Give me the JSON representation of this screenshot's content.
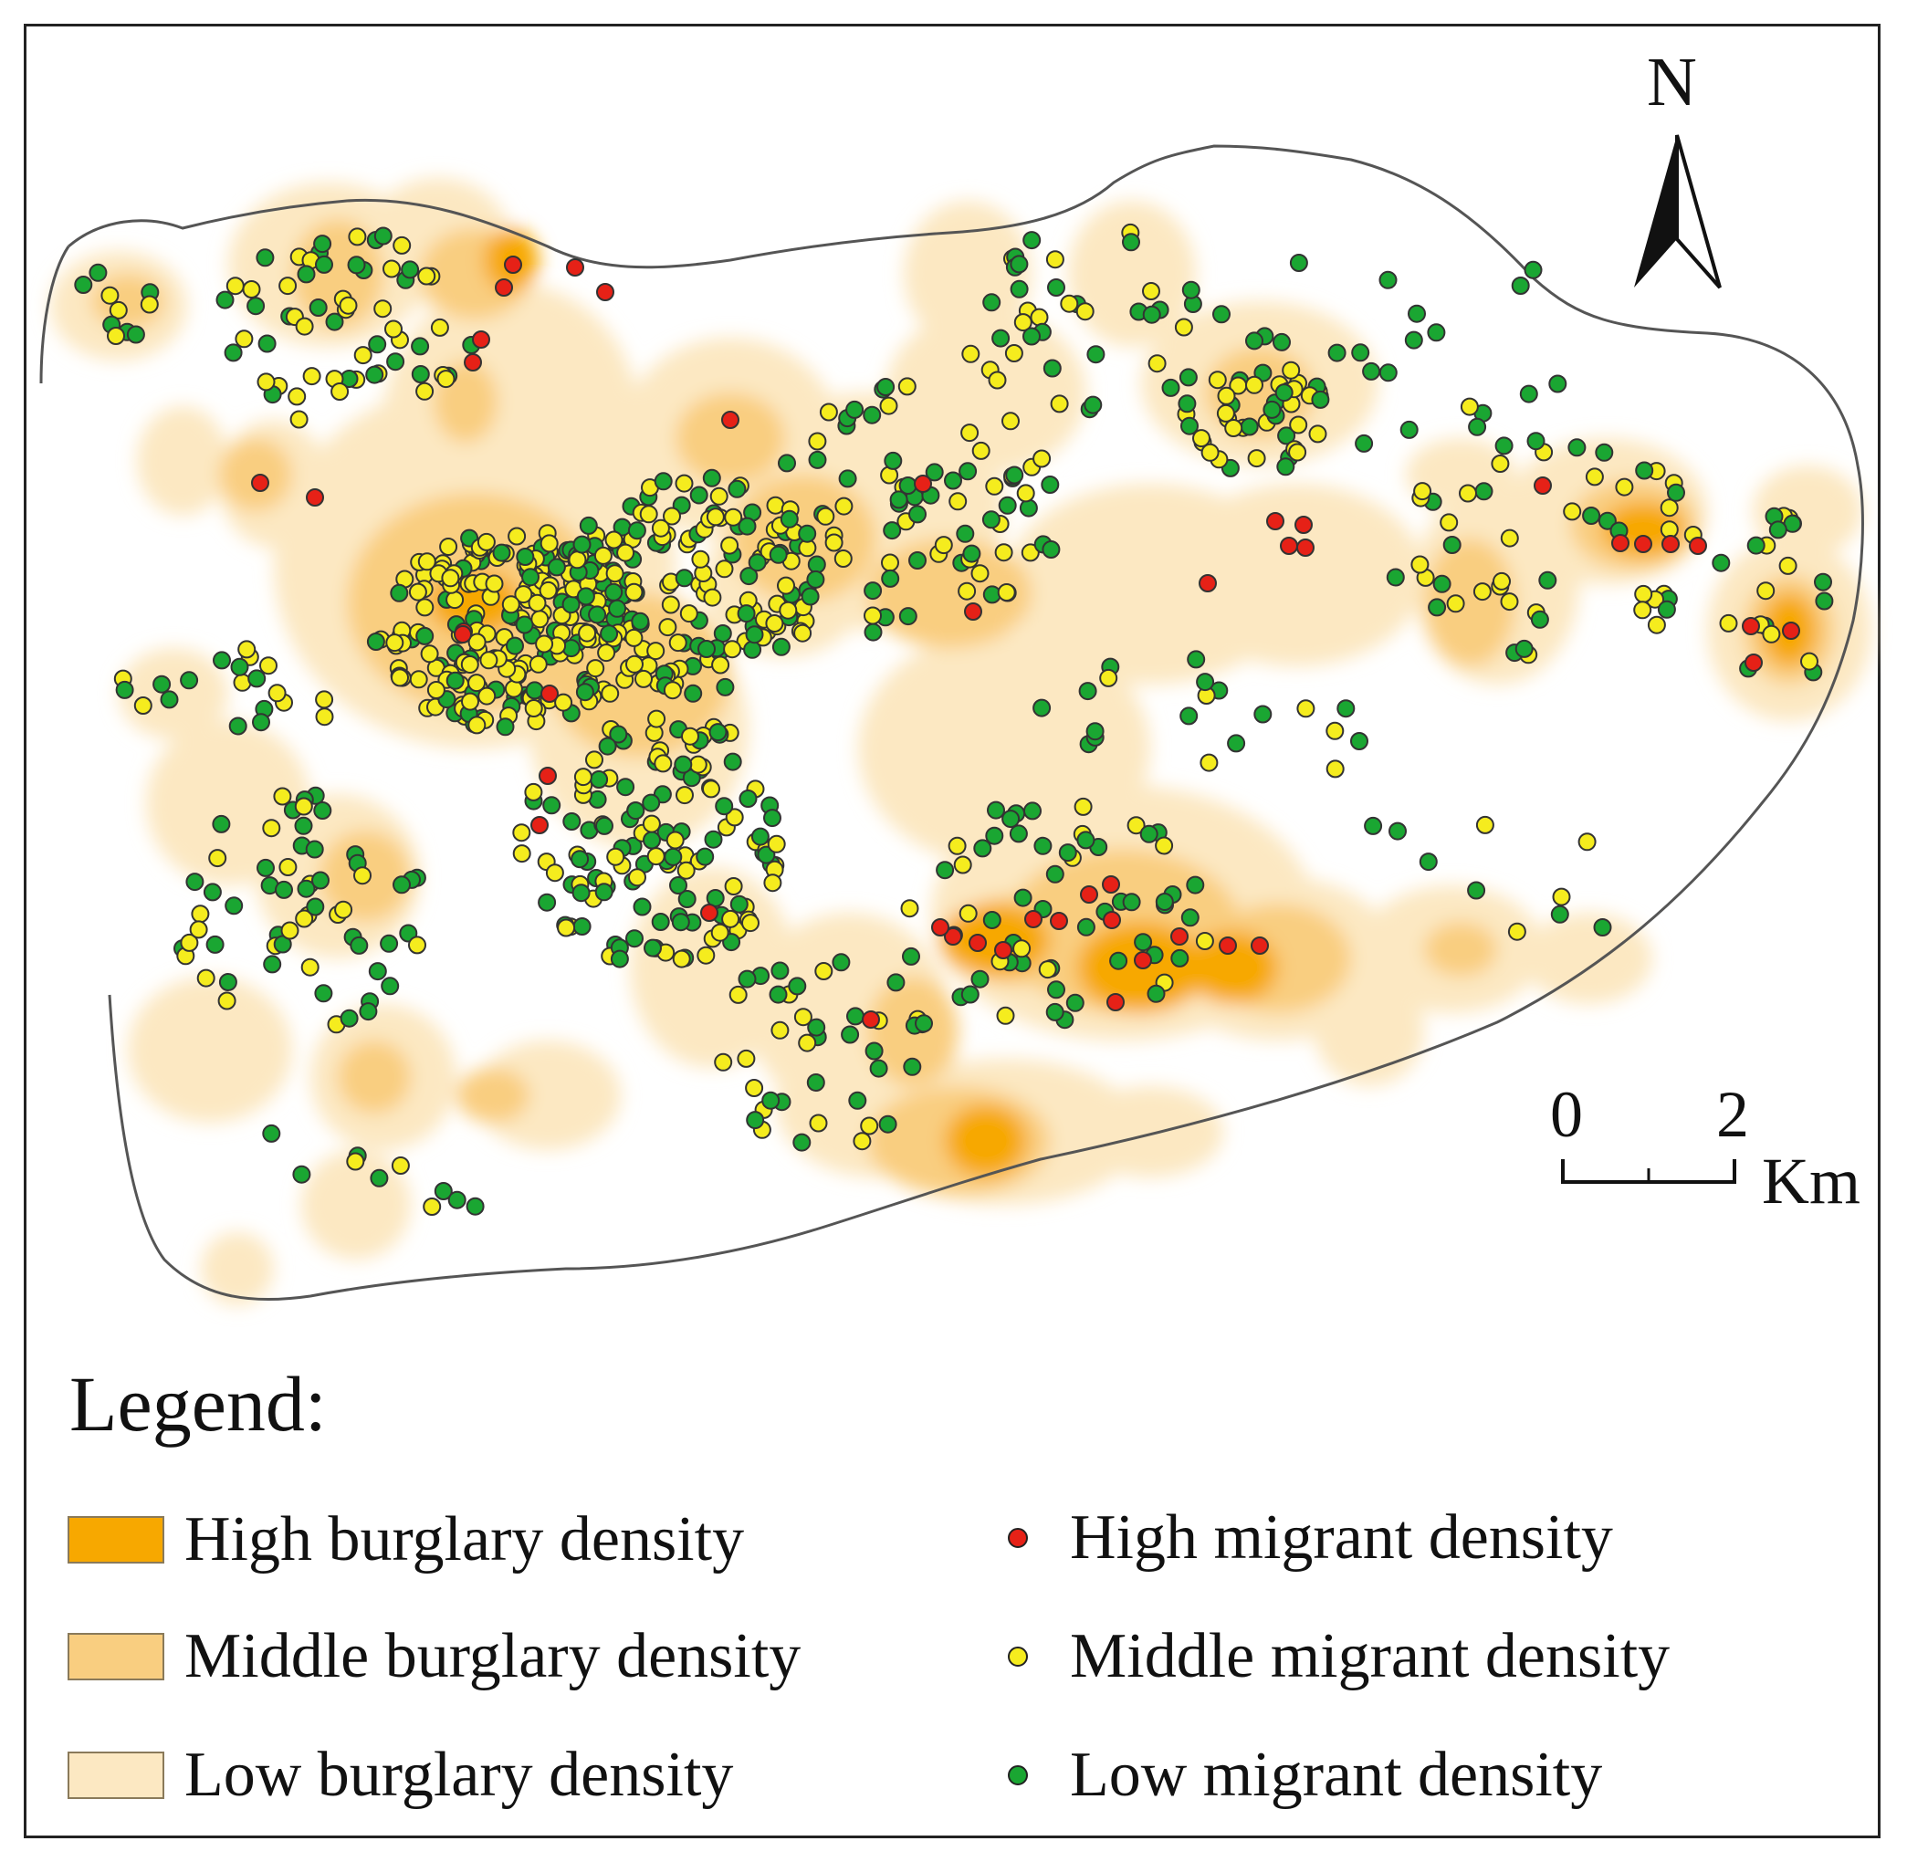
{
  "map": {
    "north_label": "N",
    "scale": {
      "start": "0",
      "end": "2",
      "unit": "Km"
    },
    "colors": {
      "boundary": "#555555",
      "high_burglary": "#f7a800",
      "middle_burglary": "#f9ce80",
      "low_burglary": "#fce8c2",
      "high_migrant": "#e62117",
      "middle_migrant": "#f5ec1e",
      "low_migrant": "#1aa632"
    }
  },
  "legend": {
    "title": "Legend:",
    "items": [
      {
        "label": "High burglary density",
        "kind": "area",
        "color": "#f7a800"
      },
      {
        "label": "Middle burglary density",
        "kind": "area",
        "color": "#f9ce80"
      },
      {
        "label": "Low burglary density",
        "kind": "area",
        "color": "#fce8c2"
      },
      {
        "label": "High migrant density",
        "kind": "point",
        "color": "#e62117"
      },
      {
        "label": "Middle migrant density",
        "kind": "point",
        "color": "#f5ec1e"
      },
      {
        "label": "Low migrant density",
        "kind": "point",
        "color": "#1aa632"
      }
    ]
  }
}
